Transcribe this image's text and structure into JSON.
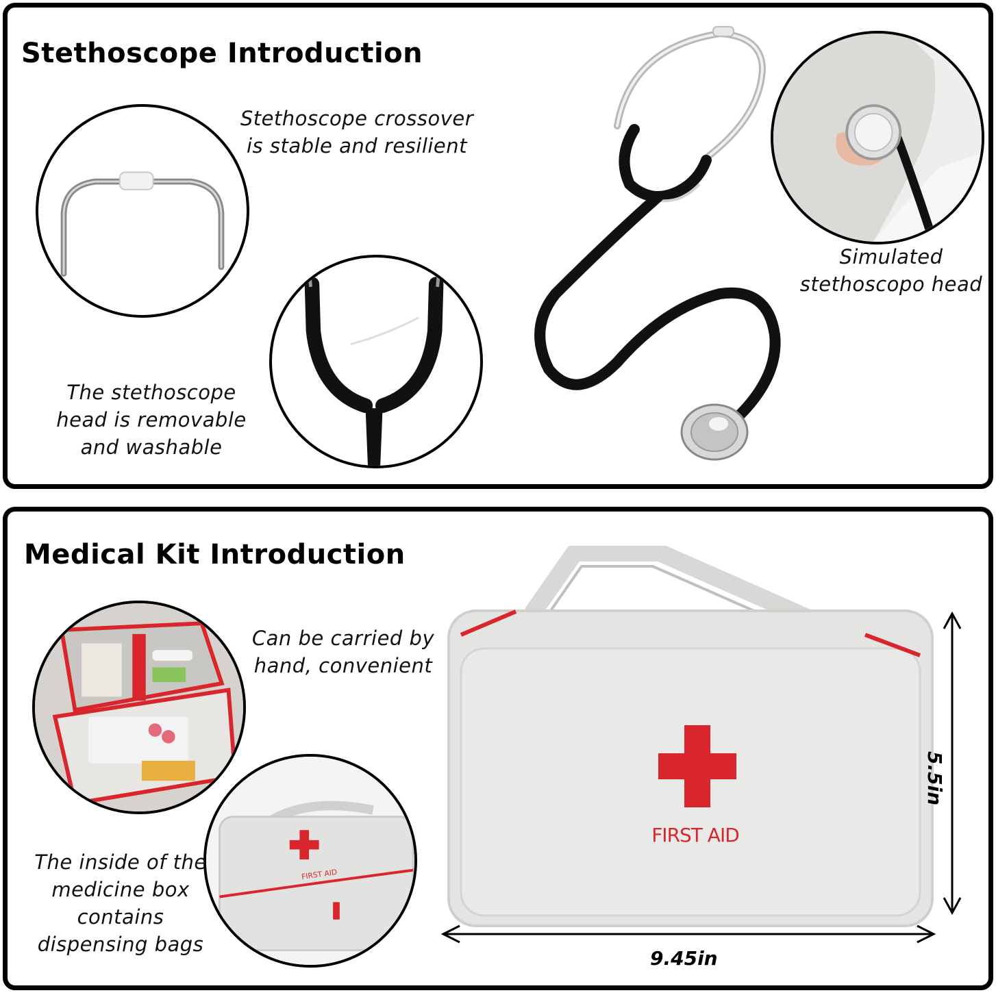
{
  "stethoscope_section": {
    "title": "Stethoscope Introduction",
    "captions": {
      "crossover": "Stethoscope crossover\nis stable and resilient",
      "head_removable": "The stethoscope\nhead is removable\nand washable",
      "simulated_head": "Simulated\nstethoscopo head"
    }
  },
  "medical_kit_section": {
    "title": "Medical Kit Introduction",
    "captions": {
      "carried": "Can be carried by\nhand, convenient",
      "inside": "The inside of the\nmedicine box\ncontains\ndispensing bags"
    },
    "kit_label": "FIRST AID",
    "kit_label_small": "FIRST AID",
    "dimensions": {
      "height": "5.5in",
      "width": "9.45in"
    }
  },
  "colors": {
    "kit_body": "#e4e4e2",
    "kit_border": "#cfcfcc",
    "cross_red": "#d9262c",
    "tube_black": "#111111"
  }
}
